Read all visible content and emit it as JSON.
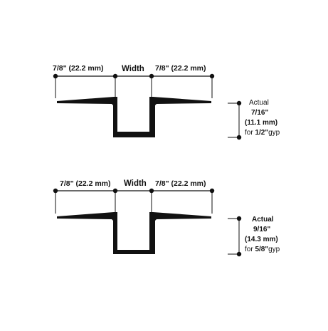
{
  "diagrams": [
    {
      "dim_left": "7/8\" (22.2 mm)",
      "width_label": "Width",
      "dim_right": "7/8\" (22.2 mm)",
      "actual_label": "Actual",
      "depth_fraction": "7/16\"",
      "depth_metric": "(11.1 mm)",
      "usage_prefix": "for ",
      "usage_size": "1/2\"",
      "usage_suffix": "gyp"
    },
    {
      "dim_left": "7/8\" (22.2 mm)",
      "width_label": "Width",
      "dim_right": "7/8\" (22.2 mm)",
      "actual_label": "Actual",
      "depth_fraction": "9/16\"",
      "depth_metric": "(14.3 mm)",
      "usage_prefix": "for ",
      "usage_size": "5/8\"",
      "usage_suffix": "gyp"
    }
  ],
  "colors": {
    "ink": "#111111",
    "background": "#ffffff"
  }
}
